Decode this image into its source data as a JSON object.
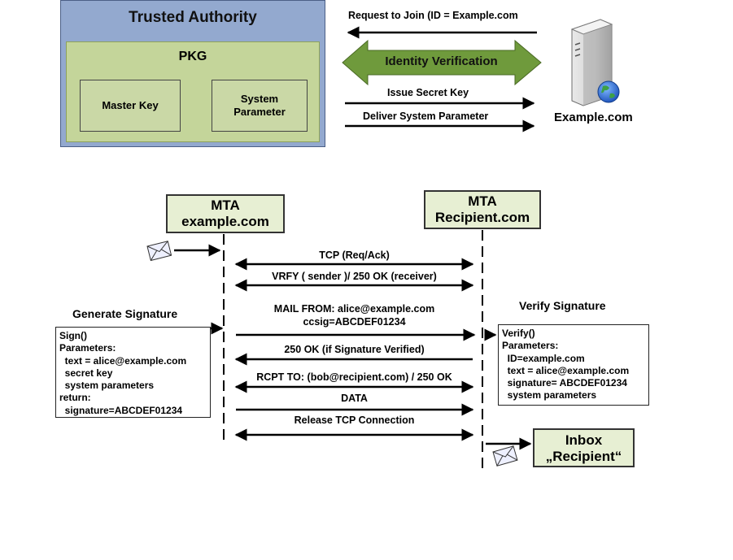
{
  "trusted_authority": {
    "title": "Trusted Authority",
    "pkg_title": "PKG",
    "master_key": "Master Key",
    "system_parameter": "System\nParameter"
  },
  "registration": {
    "request_join": "Request to Join (ID = Example.com",
    "identity_verification": "Identity Verification",
    "issue_secret_key": "Issue Secret Key",
    "deliver_system_parameter": "Deliver System Parameter",
    "server_label": "Example.com"
  },
  "mta_left": {
    "line1": "MTA",
    "line2": "example.com"
  },
  "mta_right": {
    "line1": "MTA",
    "line2": "Recipient.com"
  },
  "messages": {
    "tcp": "TCP (Req/Ack)",
    "vrfy": "VRFY ( sender )/ 250 OK (receiver)",
    "mail_from": "MAIL FROM: alice@example.com",
    "ccsig": "ccsig=ABCDEF01234",
    "ok_verified": "250 OK (if Signature Verified)",
    "rcpt_to": "RCPT TO: (bob@recipient.com) / 250 OK",
    "data": "DATA",
    "release": "Release TCP Connection"
  },
  "generate_signature": {
    "title": "Generate Signature",
    "code": "Sign()\nParameters:\n  text = alice@example.com\n  secret key\n  system parameters\nreturn:\n  signature=ABCDEF01234"
  },
  "verify_signature": {
    "title": "Verify Signature",
    "code": "Verify()\nParameters:\n  ID=example.com\n  text = alice@example.com\n  signature= ABCDEF01234\n  system parameters"
  },
  "inbox": {
    "line1": "Inbox",
    "line2": "„Recipient“"
  },
  "colors": {
    "authority_blue": "#93a9cf",
    "pkg_green": "#c4d59a",
    "identity_arrow_green": "#6f9a3c",
    "mta_fill": "#e7efd3"
  },
  "icons": [
    "server-icon",
    "globe-icon",
    "envelope-icon"
  ]
}
